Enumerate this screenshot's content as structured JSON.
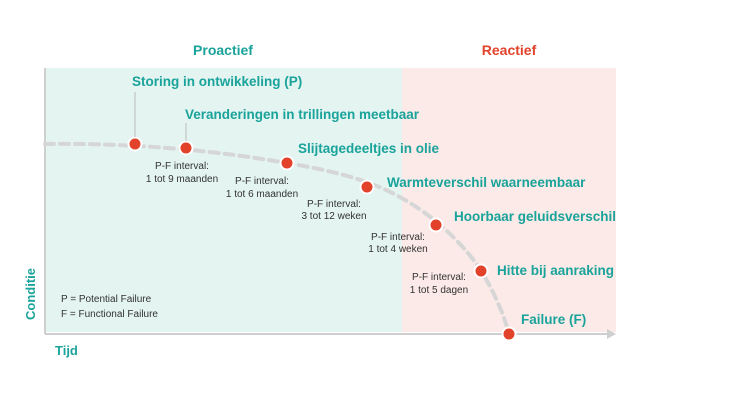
{
  "colors": {
    "proactive_bg": "#e3f4f1",
    "reactive_bg": "#fbeae7",
    "teal": "#1aa39a",
    "red": "#e2412a",
    "curve": "#d6d6d6",
    "axis": "#cfcfcf"
  },
  "zones": {
    "proactive": "Proactief",
    "reactive": "Reactief"
  },
  "axes": {
    "y_label": "Conditie",
    "x_label": "Tijd"
  },
  "points": [
    {
      "id": "p",
      "label": "Storing in ontwikkeling (P)"
    },
    {
      "id": "vibration",
      "label": "Veranderingen in trillingen meetbaar"
    },
    {
      "id": "oil",
      "label": "Slijtagedeeltjes in olie"
    },
    {
      "id": "heat",
      "label": "Warmteverschil waarneembaar"
    },
    {
      "id": "noise",
      "label": "Hoorbaar geluidsverschil"
    },
    {
      "id": "touch",
      "label": "Hitte bij aanraking"
    },
    {
      "id": "f",
      "label": "Failure (F)"
    }
  ],
  "intervals": [
    {
      "line1": "P-F interval:",
      "line2": "1 tot 9 maanden"
    },
    {
      "line1": "P-F interval:",
      "line2": "1 tot 6 maanden"
    },
    {
      "line1": "P-F interval:",
      "line2": "3 tot 12 weken"
    },
    {
      "line1": "P-F interval:",
      "line2": "1 tot 4 weken"
    },
    {
      "line1": "P-F interval:",
      "line2": "1 tot 5 dagen"
    }
  ],
  "legend": {
    "line1": "P = Potential Failure",
    "line2": "F = Functional Failure"
  }
}
